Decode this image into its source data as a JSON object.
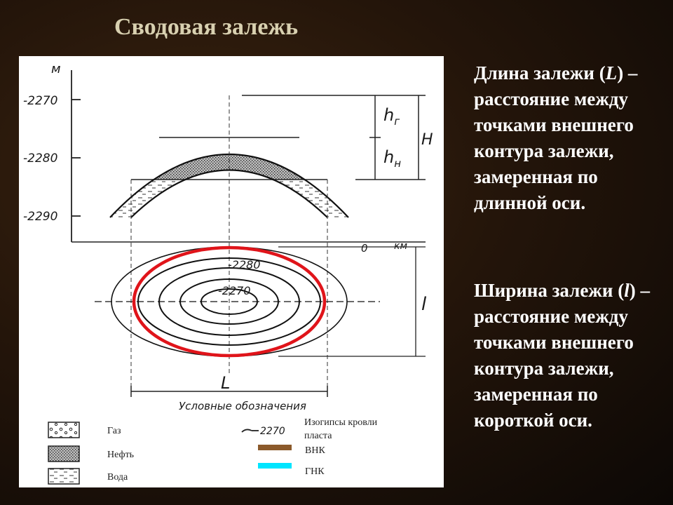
{
  "title": "Сводовая залежь",
  "diagram": {
    "unit_m": "м",
    "unit_km": "км",
    "depth_ticks": [
      "-2270",
      "-2280",
      "-2290"
    ],
    "contour_labels": [
      "-2280",
      "-2270"
    ],
    "thickness_labels": {
      "gas": "h",
      "gas_sub": "г",
      "oil": "h",
      "oil_sub": "н",
      "total": "H"
    },
    "length_label": "L",
    "width_label": "l",
    "scale_zero": "0",
    "legend": {
      "title": "Условные обозначения",
      "gas": "Газ",
      "oil": "Нефть",
      "water": "Вода",
      "isohypse_sample": "2270",
      "isohypse_label": "Изогипсы кровли пласта",
      "vnk": "ВНК",
      "gnk": "ГНК",
      "vnk_color": "#8b5a2b",
      "gnk_color": "#00e5ff"
    },
    "highlight_color": "#e0141a"
  },
  "length_text": {
    "word": "Длина залежи (",
    "symbol": "L",
    "rest": ") – расстояние между точками внешнего контура залежи, замеренная по длинной оси."
  },
  "width_text": {
    "word": "Ширина залежи (",
    "symbol": "l",
    "rest": ") – расстояние между точками внешнего контура залежи, замеренная по короткой оси."
  }
}
